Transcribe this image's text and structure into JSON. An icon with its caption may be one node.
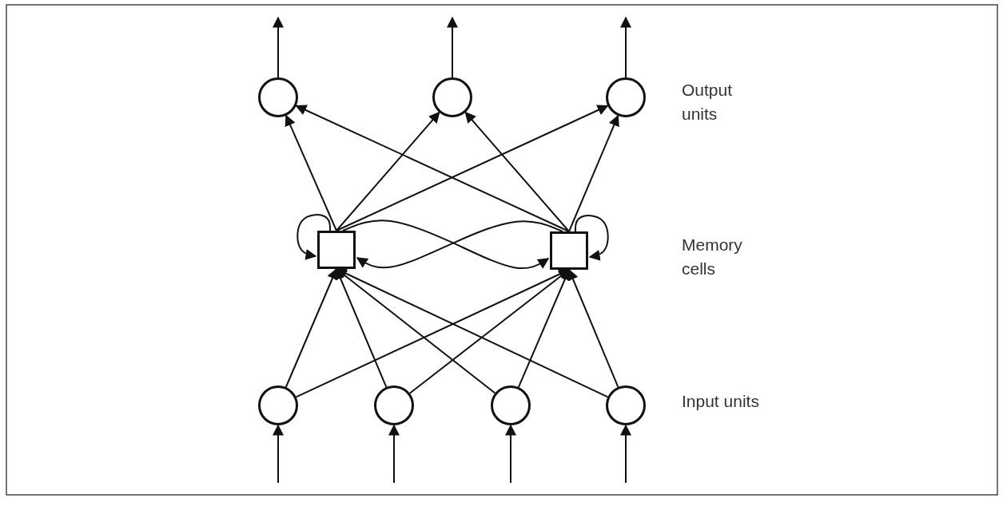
{
  "diagram": {
    "nodes": [
      {
        "text": [],
        "shape": "circle"
      },
      {
        "text": [],
        "shape": "circle"
      },
      {
        "text": [],
        "shape": "circle"
      },
      {
        "text": [],
        "shape": "box"
      },
      {
        "text": [],
        "shape": "box"
      },
      {
        "text": [],
        "shape": "circle"
      },
      {
        "text": [],
        "shape": "circle"
      },
      {
        "text": [],
        "shape": "circle"
      },
      {
        "text": [],
        "shape": "circle"
      }
    ],
    "edges": [
      {
        "from": null,
        "to": 5,
        "arrow": "to"
      },
      {
        "from": null,
        "to": 6,
        "arrow": "to"
      },
      {
        "from": null,
        "to": 7,
        "arrow": "to"
      },
      {
        "from": null,
        "to": 8,
        "arrow": "to"
      },
      {
        "from": 5,
        "to": 3,
        "arrow": "to"
      },
      {
        "from": 5,
        "to": 4,
        "arrow": "to"
      },
      {
        "from": 6,
        "to": 3,
        "arrow": "to"
      },
      {
        "from": 6,
        "to": 4,
        "arrow": "to"
      },
      {
        "from": 7,
        "to": 3,
        "arrow": "to"
      },
      {
        "from": 7,
        "to": 4,
        "arrow": "to"
      },
      {
        "from": 8,
        "to": 3,
        "arrow": "to"
      },
      {
        "from": 8,
        "to": 4,
        "arrow": "to"
      },
      {
        "from": 3,
        "to": 3,
        "arrow": "to"
      },
      {
        "from": 4,
        "to": 4,
        "arrow": "to"
      },
      {
        "from": 3,
        "to": 4,
        "arrow": "to"
      },
      {
        "from": 4,
        "to": 3,
        "arrow": "to"
      },
      {
        "from": 3,
        "to": 0,
        "arrow": "to"
      },
      {
        "from": 3,
        "to": 1,
        "arrow": "to"
      },
      {
        "from": 3,
        "to": 2,
        "arrow": "to"
      },
      {
        "from": 4,
        "to": 0,
        "arrow": "to"
      },
      {
        "from": 4,
        "to": 1,
        "arrow": "to"
      },
      {
        "from": 4,
        "to": 2,
        "arrow": "to"
      },
      {
        "from": 0,
        "to": null,
        "arrow": "to"
      },
      {
        "from": 1,
        "to": null,
        "arrow": "to"
      },
      {
        "from": 2,
        "to": null,
        "arrow": "to"
      }
    ],
    "labels": [
      "Output units",
      "Memory cells",
      "Input units"
    ]
  }
}
